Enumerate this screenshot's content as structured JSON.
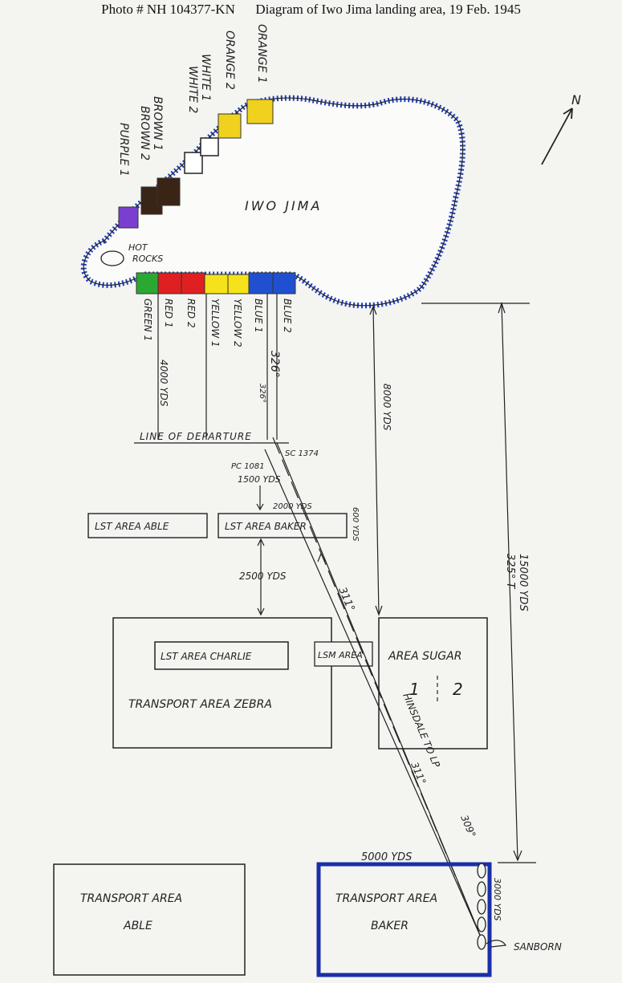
{
  "caption": {
    "photo_id": "Photo #  NH 104377-KN",
    "title": "Diagram of Iwo Jima landing area, 19 Feb. 1945"
  },
  "island": {
    "name": "IWO JIMA",
    "feature": [
      "HOT",
      "ROCKS"
    ]
  },
  "north_arrow": "N",
  "beaches_west": [
    {
      "label": "PURPLE 1",
      "color": "#7b3fd0"
    },
    {
      "label": "BROWN 1",
      "color": "#3a2416"
    },
    {
      "label": "BROWN 2",
      "color": "#3a2416"
    },
    {
      "label": "WHITE 1",
      "color": "#ffffff"
    },
    {
      "label": "WHITE 2",
      "color": "#ffffff"
    },
    {
      "label": "ORANGE 2",
      "color": "#f0d21e"
    },
    {
      "label": "ORANGE 1",
      "color": "#f0d21e"
    }
  ],
  "beaches_south": [
    {
      "label": "GREEN 1",
      "color": "#2aa832"
    },
    {
      "label": "RED 1",
      "color": "#e02020"
    },
    {
      "label": "RED 2",
      "color": "#e02020"
    },
    {
      "label": "YELLOW 1",
      "color": "#f5e21a"
    },
    {
      "label": "YELLOW 2",
      "color": "#f5e21a"
    },
    {
      "label": "BLUE 1",
      "color": "#2050d0"
    },
    {
      "label": "BLUE 2",
      "color": "#2050d0"
    }
  ],
  "distances": {
    "beach_to_lod": "4000 YDS",
    "bearing_a": "326°",
    "bearing_b": "326°",
    "east_a": "8000 YDS",
    "east_b": "15000 YDS",
    "east_b_bearing": "325° T",
    "pc_dist": "1500 YDS",
    "lst_gap": "2000 YDS",
    "lst_height": "600 YDS",
    "to_charlie": "2500 YDS",
    "diag_bearing": "311°",
    "hinsdale_bearing": "311°",
    "hinsdale_tip": "309°",
    "baker_width": "5000 YDS",
    "baker_height": "3000 YDS"
  },
  "labels": {
    "line_of_departure": "LINE OF DEPARTURE",
    "sc": "SC 1374",
    "pc": "PC 1081",
    "lst_able": "LST AREA ABLE",
    "lst_baker": "LST AREA BAKER",
    "lst_charlie": "LST AREA CHARLIE",
    "lsm": "LSM AREA",
    "transport_zebra": "TRANSPORT AREA ZEBRA",
    "area_sugar": "AREA SUGAR",
    "sugar_1": "1",
    "sugar_2": "2",
    "hinsdale": "HINSDALE TO LP",
    "transport_able_1": "TRANSPORT AREA",
    "transport_able_2": "ABLE",
    "transport_baker_1": "TRANSPORT AREA",
    "transport_baker_2": "BAKER",
    "sanborn": "SANBORN"
  },
  "colors": {
    "coast": "#1f3fbf",
    "ink": "#222222",
    "baker_box": "#1a2fa8"
  }
}
